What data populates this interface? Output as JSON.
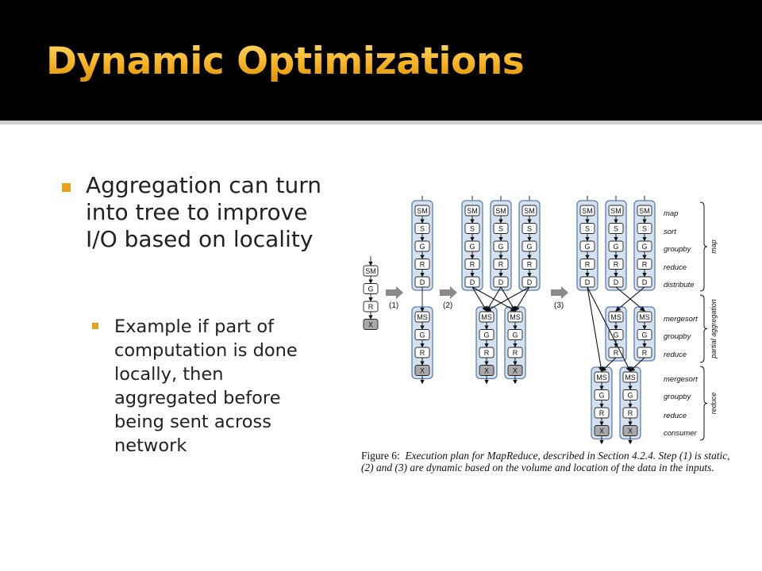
{
  "slide": {
    "title": "Dynamic Optimizations",
    "bullets": [
      {
        "text": "Aggregation can turn into tree to improve I/O based on locality"
      },
      {
        "text": "Example if part of computation is done locally, then aggregated before being sent across network"
      }
    ],
    "accent_color": "#e8a21a"
  },
  "figure": {
    "stages": {
      "map": [
        "SM",
        "S",
        "G",
        "R",
        "D"
      ],
      "merge": [
        "MS",
        "G",
        "R",
        "X"
      ],
      "partial": [
        "MS",
        "G",
        "R"
      ],
      "initial": [
        "SM",
        "G",
        "R",
        "X"
      ]
    },
    "step_labels": [
      "(1)",
      "(2)",
      "(3)"
    ],
    "row_labels": [
      "map",
      "sort",
      "groupby",
      "reduce",
      "distribute",
      "mergesort",
      "groupby",
      "reduce",
      "mergesort",
      "groupby",
      "reduce",
      "consumer"
    ],
    "group_labels": [
      "map",
      "partial aggregation",
      "reduce"
    ],
    "caption_label": "Figure 6:",
    "caption_text": "Execution plan for MapReduce, described in Section 4.2.4. Step (1) is static, (2) and (3) are dynamic based on the volume and location of the data in the inputs."
  }
}
